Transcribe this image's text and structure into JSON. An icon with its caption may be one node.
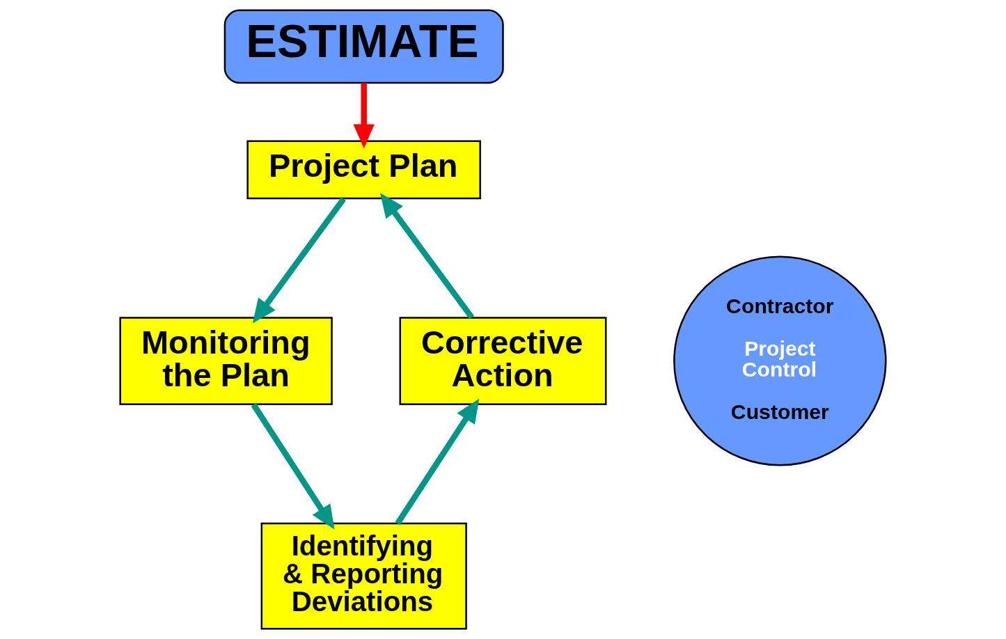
{
  "diagram": {
    "nodes": [
      {
        "text": [
          "ESTIMATE"
        ]
      },
      {
        "text": [
          "Project Plan"
        ]
      },
      {
        "text": [
          "Monitoring the Plan"
        ]
      },
      {
        "text": [
          "Identifying & Reporting Deviations"
        ]
      },
      {
        "text": [
          "Corrective Action"
        ]
      },
      {
        "text": [
          "Contractor",
          "Project Control",
          "Customer"
        ]
      }
    ],
    "edges": [
      {
        "from": 0,
        "to": 1,
        "arrow": "to",
        "color": "#ff0000"
      },
      {
        "from": 1,
        "to": 2,
        "arrow": "to"
      },
      {
        "from": 2,
        "to": 3,
        "arrow": "to"
      },
      {
        "from": 3,
        "to": 4,
        "arrow": "to"
      },
      {
        "from": 4,
        "to": 1,
        "arrow": "to"
      }
    ]
  }
}
